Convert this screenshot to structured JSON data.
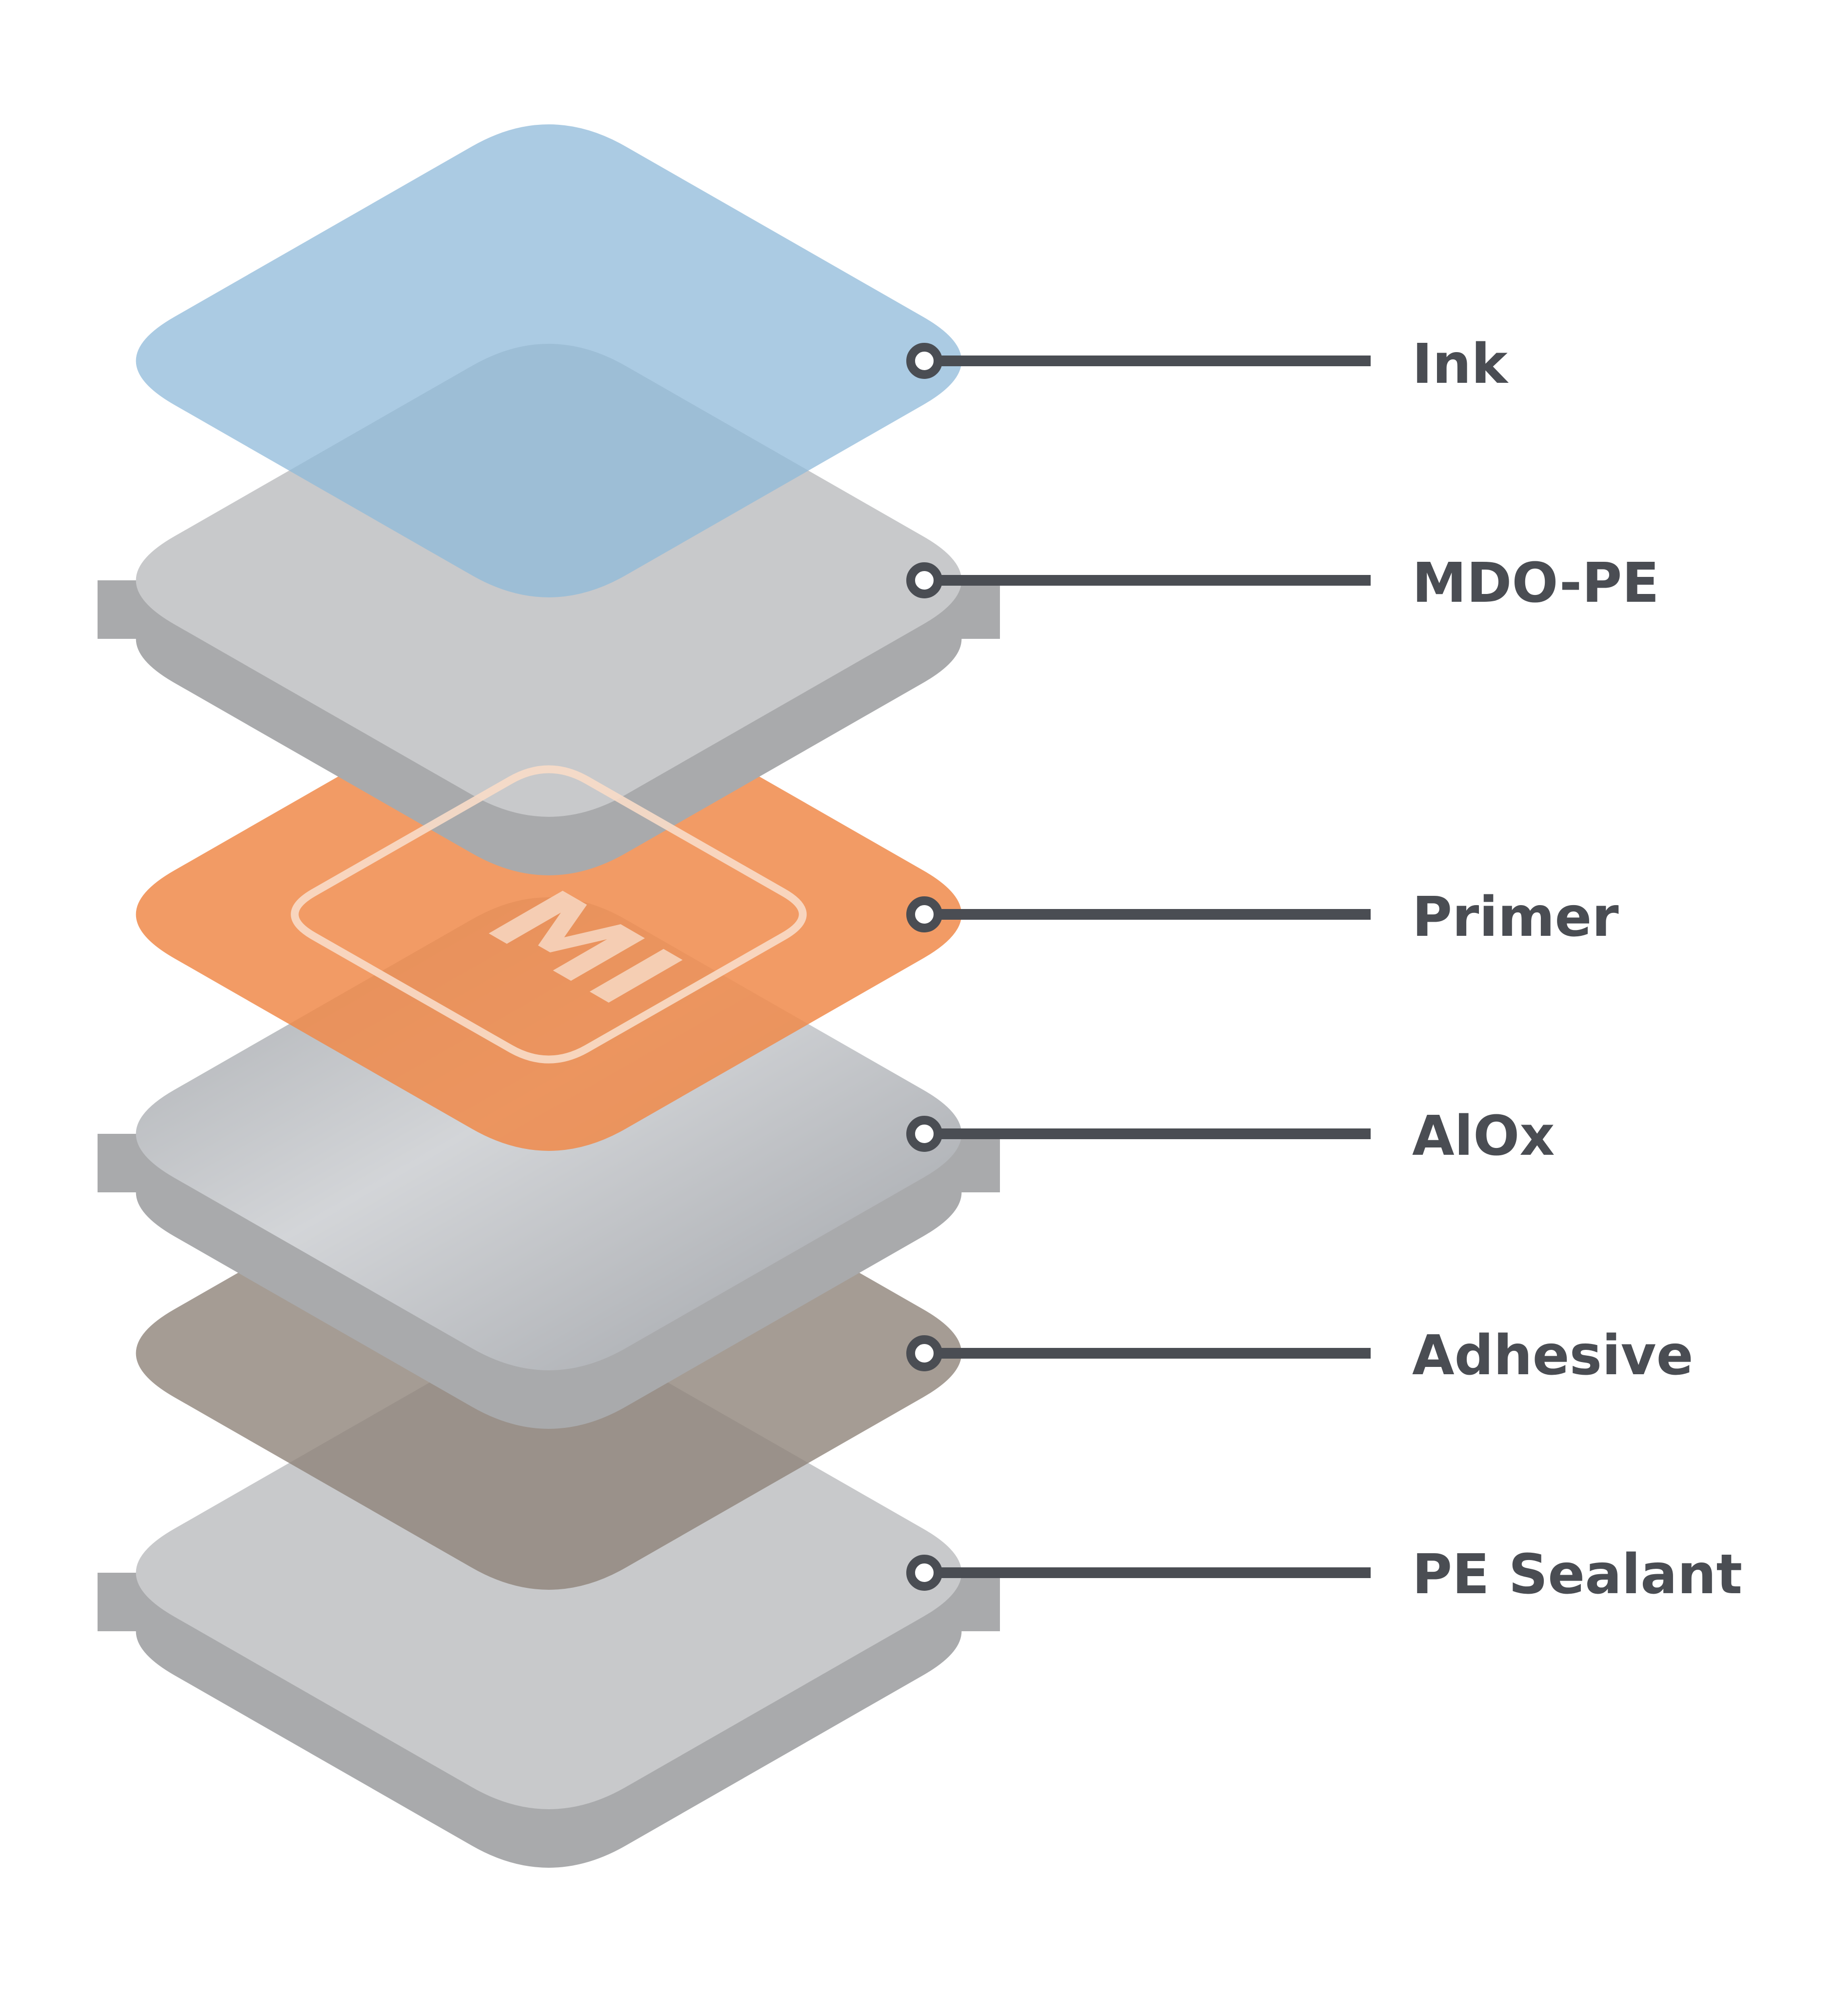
{
  "layers": [
    {
      "label": "Ink",
      "color": "#8fb9da",
      "kind": "film"
    },
    {
      "label": "MDO-PE",
      "color": "#c8c9cb",
      "kind": "slab"
    },
    {
      "label": "Primer",
      "color": "#f0894a",
      "kind": "film"
    },
    {
      "label": "AlOx",
      "color": "#bdc0c4",
      "kind": "slab"
    },
    {
      "label": "Adhesive",
      "color": "#8e8379",
      "kind": "film"
    },
    {
      "label": "PE Sealant",
      "color": "#c8c9cb",
      "kind": "slab"
    }
  ],
  "logo_text": "MI",
  "colors": {
    "text": "#4a4d53",
    "line": "#4a4d53",
    "slab_side": "#a9aaac",
    "background": "#ffffff"
  }
}
